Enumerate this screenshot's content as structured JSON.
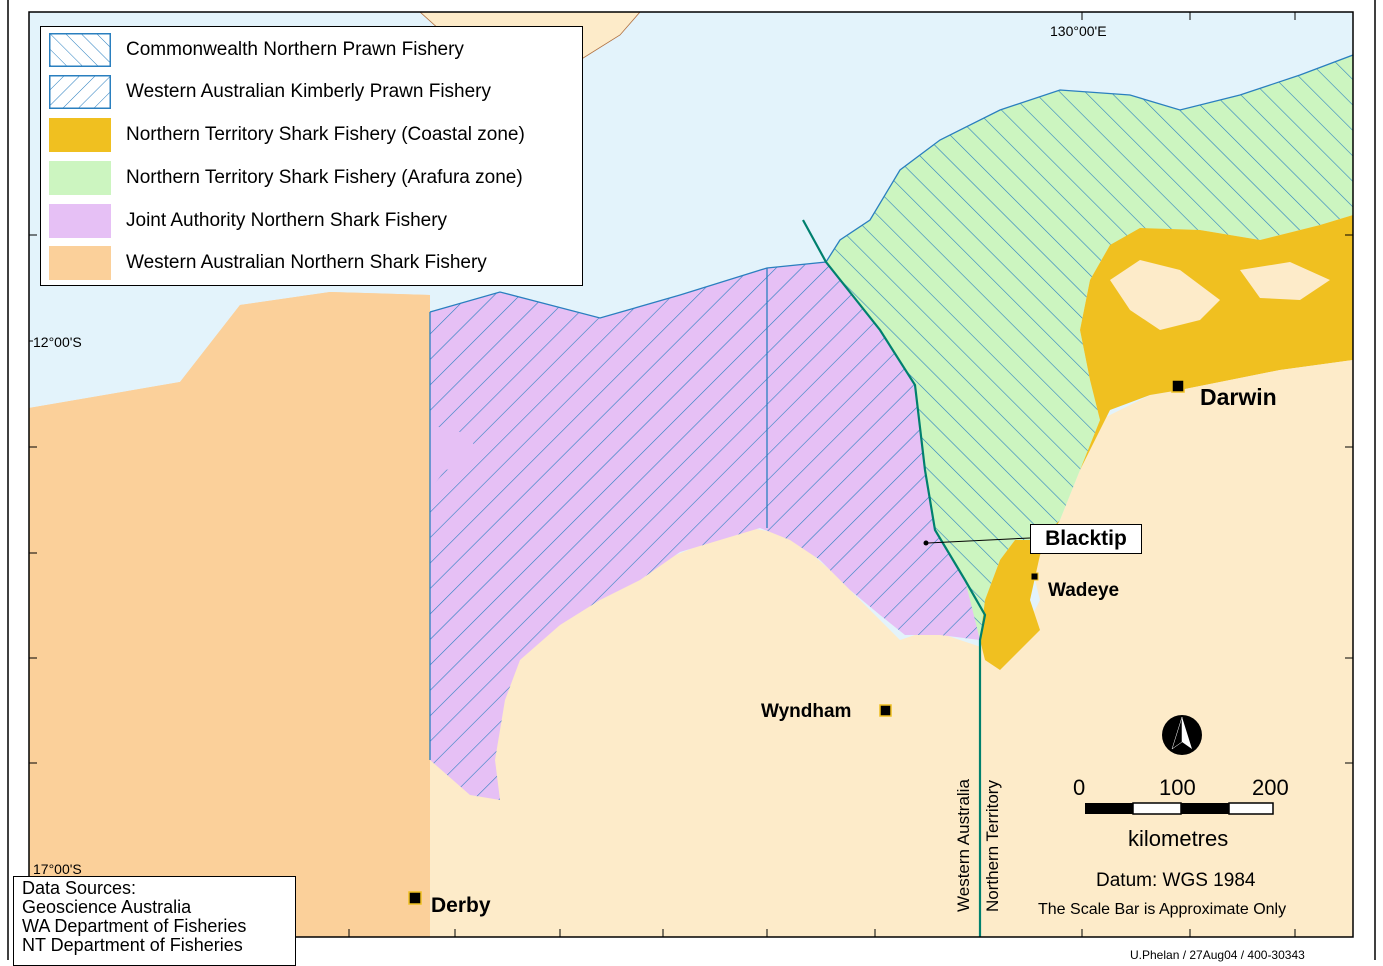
{
  "legend": {
    "items": [
      {
        "label": "Commonwealth Northern Prawn Fishery",
        "fill": "#ffffff",
        "hatch": "forward",
        "hatch_color": "#2a7fbf"
      },
      {
        "label": "Western Australian Kimberly Prawn Fishery",
        "fill": "#ffffff",
        "hatch": "backward",
        "hatch_color": "#2a7fbf"
      },
      {
        "label": "Northern Territory Shark Fishery (Coastal zone)",
        "fill": "#f0c020"
      },
      {
        "label": "Northern Territory Shark Fishery (Arafura zone)",
        "fill": "#ccf5c0"
      },
      {
        "label": "Joint Authority Northern Shark Fishery",
        "fill": "#e6c0f5"
      },
      {
        "label": "Western Australian Northern Shark Fishery",
        "fill": "#fbd09a"
      }
    ]
  },
  "graticule": {
    "lon_label": "130°00'E",
    "lat_labels": [
      "12°00'S",
      "17°00'S"
    ]
  },
  "places": {
    "darwin": "Darwin",
    "wadeye": "Wadeye",
    "wyndham": "Wyndham",
    "derby": "Derby",
    "blacktip": "Blacktip"
  },
  "border_labels": {
    "west": "Western Australia",
    "east": "Northern Territory"
  },
  "scale_bar": {
    "ticks": [
      "0",
      "100",
      "200"
    ],
    "unit": "kilometres"
  },
  "north_arrow": "north-arrow-icon",
  "datum": "Datum: WGS 1984",
  "scale_note": "The Scale Bar is Approximate Only",
  "data_sources": {
    "title": "Data Sources:",
    "items": [
      "Geoscience Australia",
      "WA Department of Fisheries",
      "NT Department of Fisheries"
    ]
  },
  "credit": "U.Phelan / 27Aug04 / 400-30343",
  "colors": {
    "sea": "#e3f3fb",
    "land": "#fdebc9",
    "wa_shark": "#fbd09a",
    "joint_shark": "#e6c0f5",
    "nt_arafura": "#ccf5c0",
    "nt_coastal": "#f0c020",
    "border_line": "#00806e",
    "hatch_line": "#2a7fbf"
  }
}
